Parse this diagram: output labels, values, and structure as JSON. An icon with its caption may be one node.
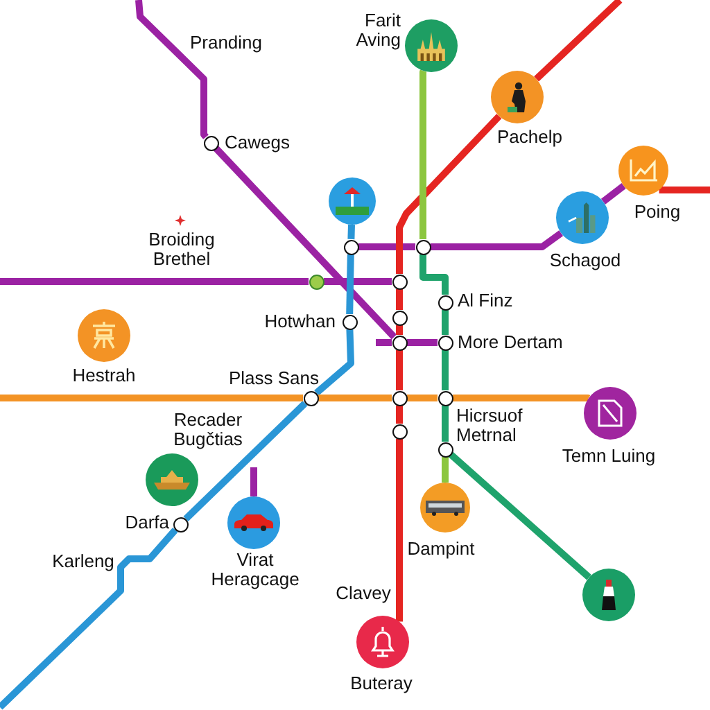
{
  "diagram": {
    "nodes": [
      {
        "text": [
          "Farit Aving"
        ]
      },
      {
        "text": [
          "Pachelp"
        ]
      },
      {
        "text": [
          "Cawegs"
        ]
      },
      {
        "text": [
          "Poing"
        ]
      },
      {
        "text": [],
        "shape": "picture"
      },
      {
        "text": [
          "Schagod"
        ]
      },
      {
        "text": [],
        "shape": "circle"
      },
      {
        "text": [],
        "shape": "circle"
      },
      {
        "text": [],
        "shape": "circle"
      },
      {
        "text": [],
        "shape": "circle"
      },
      {
        "text": [
          "Al Finz"
        ]
      },
      {
        "text": [],
        "shape": "circle"
      },
      {
        "text": [
          "Hotwhan"
        ]
      },
      {
        "text": [],
        "shape": "circle"
      },
      {
        "text": [
          "More Dertam"
        ]
      },
      {
        "text": [
          "Hestrah"
        ]
      },
      {
        "text": [
          "Plass Sans"
        ]
      },
      {
        "text": [],
        "shape": "circle"
      },
      {
        "text": [],
        "shape": "circle"
      },
      {
        "text": [
          "Temn Luing"
        ]
      },
      {
        "text": [],
        "shape": "circle"
      },
      {
        "text": [
          "Hicrsuof Metrnal"
        ]
      },
      {
        "text": [
          "Recader Bugčtias"
        ]
      },
      {
        "text": [
          "Virat Heragcage"
        ]
      },
      {
        "text": [
          "Darfa"
        ]
      },
      {
        "text": [
          "Dampint"
        ]
      },
      {
        "text": [],
        "shape": "picture"
      },
      {
        "text": [
          "Buteray"
        ]
      }
    ],
    "edges": [
      {
        "from": null,
        "to": 2,
        "arrow": "none",
        "color": "#9b22a3"
      },
      {
        "from": 2,
        "to": 13,
        "arrow": "none",
        "color": "#9b22a3"
      },
      {
        "from": null,
        "to": 8,
        "arrow": "none",
        "color": "#9b22a3"
      },
      {
        "from": 8,
        "to": 9,
        "arrow": "none",
        "color": "#9b22a3"
      },
      {
        "from": 6,
        "to": 7,
        "arrow": "none",
        "color": "#9b22a3"
      },
      {
        "from": 7,
        "to": 5,
        "arrow": "none",
        "color": "#9b22a3"
      },
      {
        "from": 5,
        "to": 3,
        "arrow": "none",
        "color": "#9b22a3"
      },
      {
        "from": null,
        "to": 13,
        "arrow": "none",
        "color": "#9b22a3"
      },
      {
        "from": 13,
        "to": 14,
        "arrow": "none",
        "color": "#9b22a3"
      },
      {
        "from": null,
        "to": 23,
        "arrow": "none",
        "color": "#9b22a3"
      },
      {
        "from": null,
        "to": 1,
        "arrow": "none",
        "color": "#e52521"
      },
      {
        "from": 1,
        "to": 9,
        "arrow": "none",
        "color": "#e52521"
      },
      {
        "from": 9,
        "to": 11,
        "arrow": "none",
        "color": "#e52521"
      },
      {
        "from": 11,
        "to": 13,
        "arrow": "none",
        "color": "#e52521"
      },
      {
        "from": 13,
        "to": 17,
        "arrow": "none",
        "color": "#e52521"
      },
      {
        "from": 17,
        "to": 20,
        "arrow": "none",
        "color": "#e52521"
      },
      {
        "from": 20,
        "to": 27,
        "arrow": "none",
        "color": "#e52521"
      },
      {
        "from": 3,
        "to": null,
        "arrow": "none",
        "color": "#e52521"
      },
      {
        "from": 0,
        "to": 7,
        "arrow": "none",
        "color": "#8cc63f"
      },
      {
        "from": 7,
        "to": 10,
        "arrow": "none",
        "color": "#1fa36c"
      },
      {
        "from": 10,
        "to": 14,
        "arrow": "none",
        "color": "#1fa36c"
      },
      {
        "from": 14,
        "to": 18,
        "arrow": "none",
        "color": "#1fa36c"
      },
      {
        "from": 18,
        "to": 21,
        "arrow": "none",
        "color": "#1fa36c"
      },
      {
        "from": 21,
        "to": 25,
        "arrow": "none",
        "color": "#8cc63f"
      },
      {
        "from": 21,
        "to": 26,
        "arrow": "none",
        "color": "#1fa36c"
      },
      {
        "from": 4,
        "to": 6,
        "arrow": "none",
        "color": "#2a96d6"
      },
      {
        "from": 6,
        "to": 12,
        "arrow": "none",
        "color": "#2a96d6"
      },
      {
        "from": 12,
        "to": 16,
        "arrow": "none",
        "color": "#2a96d6"
      },
      {
        "from": 16,
        "to": 24,
        "arrow": "none",
        "color": "#2a96d6"
      },
      {
        "from": 24,
        "to": null,
        "arrow": "none",
        "color": "#2a96d6"
      },
      {
        "from": null,
        "to": 16,
        "arrow": "none",
        "color": "#f39325"
      },
      {
        "from": 16,
        "to": 17,
        "arrow": "none",
        "color": "#f39325"
      },
      {
        "from": 17,
        "to": 18,
        "arrow": "none",
        "color": "#f39325"
      },
      {
        "from": 18,
        "to": 19,
        "arrow": "none",
        "color": "#f39325"
      }
    ],
    "labels": [
      "Pranding",
      "Broiding Brethel",
      "Karleng",
      "Clavey"
    ]
  }
}
